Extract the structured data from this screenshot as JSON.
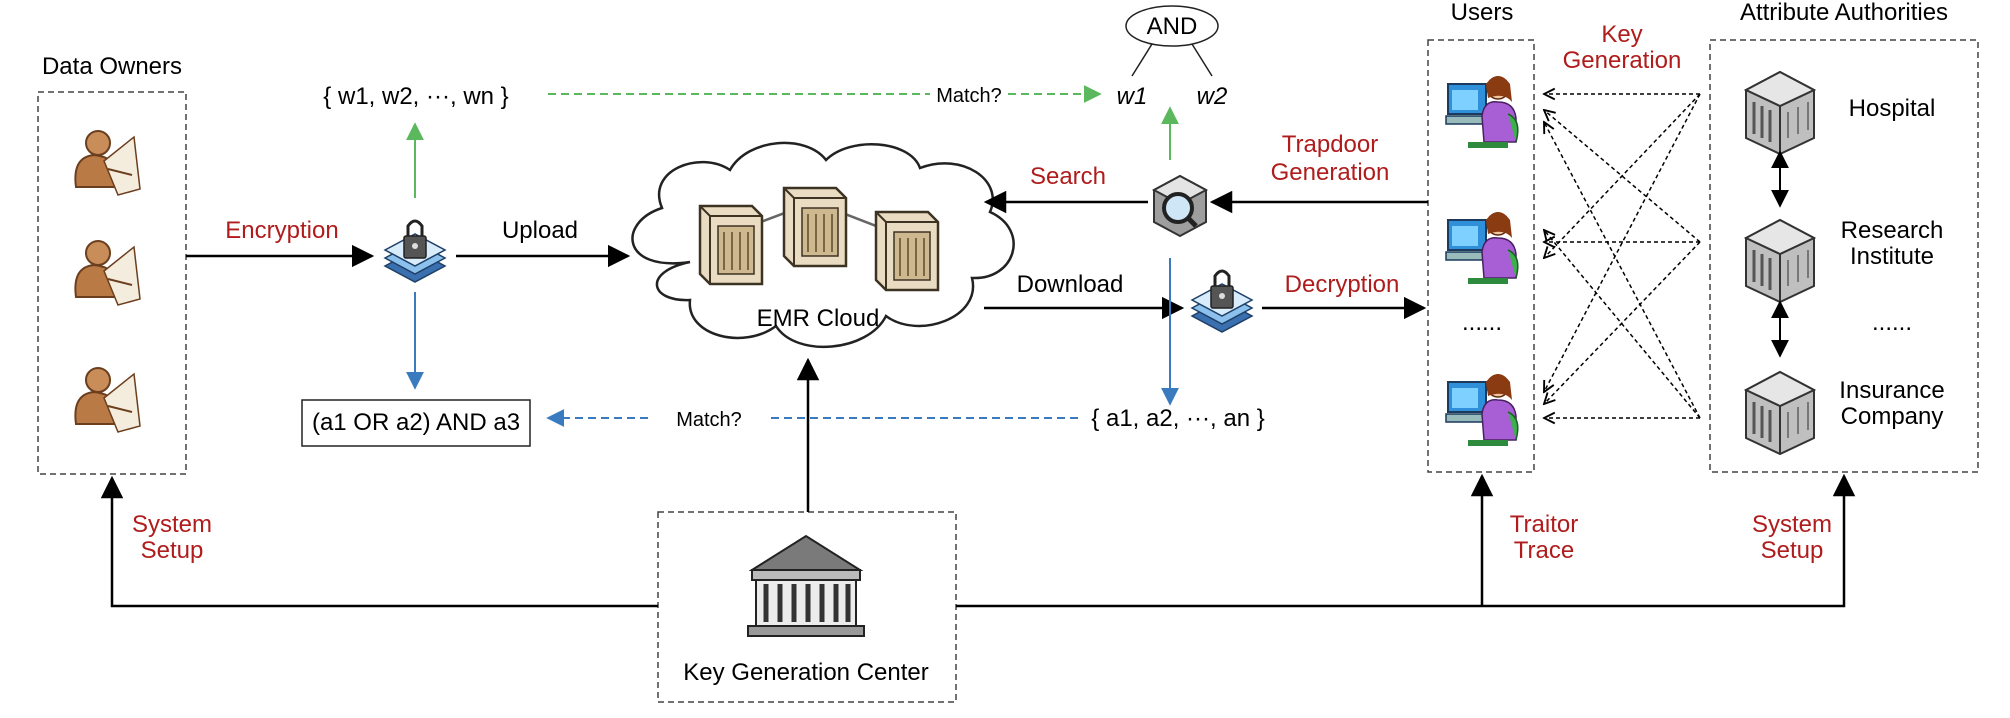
{
  "colors": {
    "red_label": "#b01c1c",
    "green_arrow": "#5cb85c",
    "blue_arrow": "#3a7bbf",
    "line": "#000000"
  },
  "entities": {
    "data_owners": "Data Owners",
    "users": "Users",
    "attribute_authorities": "Attribute Authorities",
    "emr_cloud": "EMR Cloud",
    "key_generation_center": "Key Generation Center",
    "hospital": "Hospital",
    "research_institute": [
      "Research",
      "Institute"
    ],
    "insurance_company": [
      "Insurance",
      "Company"
    ],
    "authorities_ellipsis": "......",
    "users_ellipsis": "......"
  },
  "operations": {
    "encryption": "Encryption",
    "upload": "Upload",
    "search": "Search",
    "download": "Download",
    "decryption": "Decryption",
    "trapdoor_generation": [
      "Trapdoor",
      "Generation"
    ],
    "key_generation": [
      "Key",
      "Generation"
    ],
    "system_setup_left": [
      "System",
      "Setup"
    ],
    "system_setup_right": [
      "System",
      "Setup"
    ],
    "traitor_trace": [
      "Traitor",
      "Trace"
    ]
  },
  "keywords": {
    "set": "{ w1, w2, ···, wn }",
    "match": "Match?",
    "policy_and": "AND",
    "w1": "w1",
    "w2": "w2"
  },
  "attributes": {
    "policy": "(a1 OR a2) AND a3",
    "match": "Match?",
    "set": "{ a1, a2, ···, an }"
  },
  "icons": [
    "data-owner-person-icon",
    "lock-file-icon",
    "server-icon",
    "magnifier-trapdoor-icon",
    "user-computer-icon",
    "authority-building-icon",
    "government-building-icon"
  ]
}
